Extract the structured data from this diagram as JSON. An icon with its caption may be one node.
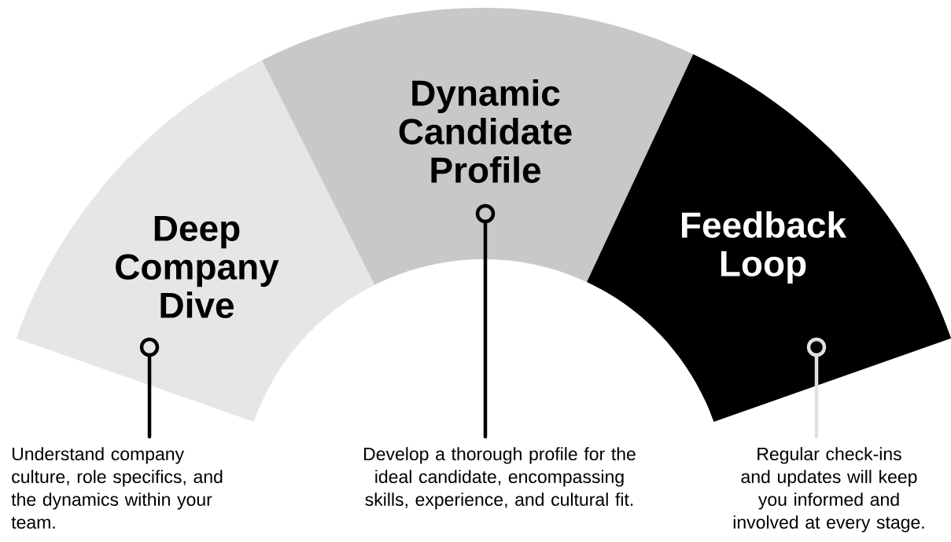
{
  "diagram": {
    "nodes": [
      {
        "text": [
          "Deep Company Dive"
        ]
      },
      {
        "text": [
          "Dynamic Candidate Profile"
        ]
      },
      {
        "text": [
          "Feedback Loop"
        ]
      },
      {
        "text": [],
        "shape": "circle",
        "in": 0
      },
      {
        "text": [],
        "shape": "circle",
        "in": 1
      },
      {
        "text": [],
        "shape": "circle",
        "in": 2
      },
      {
        "text": [
          "Understand company culture, role specifics, and the dynamics within your team."
        ]
      },
      {
        "text": [
          "Develop a thorough profile for the ideal candidate, encompassing skills, experience, and cultural fit."
        ]
      },
      {
        "text": [
          "Regular check-ins and updates will keep you informed and involved at every stage."
        ]
      }
    ],
    "edges": [
      {
        "from": 3,
        "to": 6,
        "arrow": "none"
      },
      {
        "from": 4,
        "to": 7,
        "arrow": "none"
      },
      {
        "from": 5,
        "to": 8,
        "arrow": "none",
        "color": "#e0e0e0"
      }
    ]
  }
}
